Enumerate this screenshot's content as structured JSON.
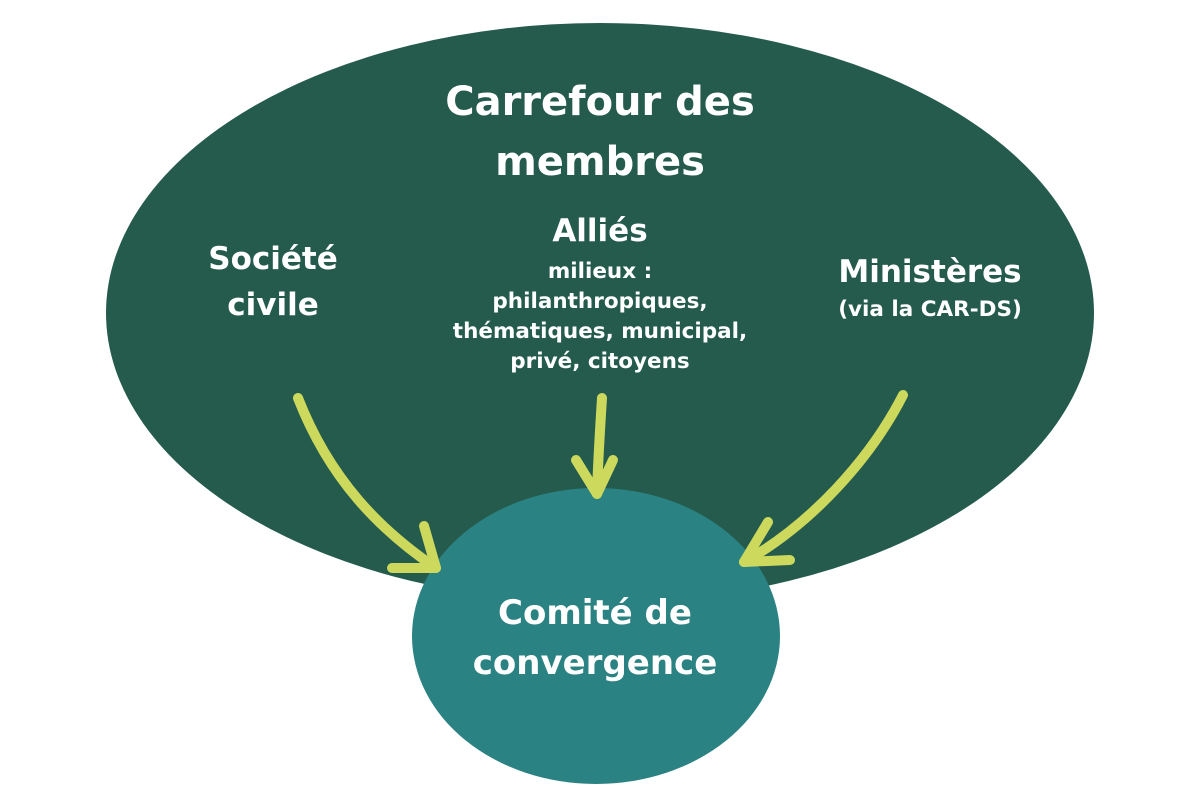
{
  "outer_group": {
    "title_line1": "Carrefour des",
    "title_line2": "membres"
  },
  "members": [
    {
      "lines": [
        "Société",
        "civile"
      ]
    },
    {
      "title": "Alliés",
      "sub_lines": [
        "milieux :",
        "philanthropiques,",
        "thématiques, municipal,",
        "privé, citoyens"
      ]
    },
    {
      "title": "Ministères",
      "sub": "(via la CAR-DS)"
    }
  ],
  "center": {
    "line1": "Comité de",
    "line2": "convergence"
  },
  "colors": {
    "outer_ellipse": "#255b4d",
    "center_circle": "#2b8282",
    "arrow": "#ccd95c",
    "text": "#ffffff",
    "background": "#ffffff"
  }
}
